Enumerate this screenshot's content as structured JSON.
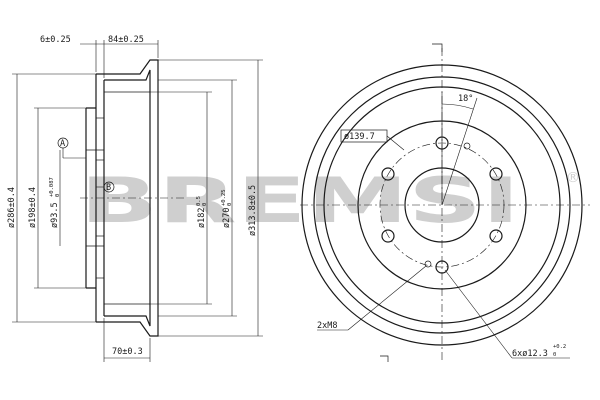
{
  "side_view": {
    "top_dims": [
      "6±0.25",
      "84±0.25"
    ],
    "bottom_dim": "70±0.3",
    "datum_a": "A",
    "datum_b": "B",
    "diameters": [
      {
        "base": "ø286±0.4"
      },
      {
        "base": "ø198±0.4"
      },
      {
        "base": "ø93.5",
        "tol_upper": "+0.087",
        "tol_lower": "0"
      },
      {
        "base": "ø182",
        "tol_upper": "0.5",
        "tol_lower": "0"
      },
      {
        "base": "ø270",
        "tol_upper": "+0.25",
        "tol_lower": "0"
      },
      {
        "base": "ø313.8±0.5"
      }
    ]
  },
  "front_view": {
    "angle": "18°",
    "pcd": "ø139.7",
    "thread": "2xM8",
    "holes": {
      "base": "6xø12.3",
      "tol_upper": "+0.2",
      "tol_lower": "0"
    }
  },
  "watermark": {
    "brand": "BREMSI",
    "mark": "®",
    "color": "#cfcfcf"
  }
}
